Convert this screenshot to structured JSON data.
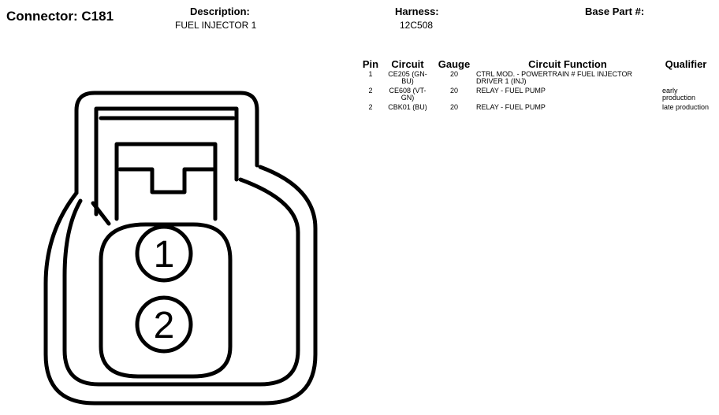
{
  "header": {
    "connector_title": "Connector: C181",
    "description_label": "Description:",
    "description_value": "FUEL INJECTOR 1",
    "harness_label": "Harness:",
    "harness_value": "12C508",
    "base_part_label": "Base Part #:"
  },
  "table": {
    "columns": {
      "pin": "Pin",
      "circuit": "Circuit",
      "gauge": "Gauge",
      "function": "Circuit Function",
      "qualifier": "Qualifier"
    },
    "rows": [
      {
        "pin": "1",
        "circuit": "CE205 (GN-BU)",
        "gauge": "20",
        "function": "CTRL MOD. - POWERTRAIN # FUEL INJECTOR DRIVER 1 (INJ)",
        "qualifier": ""
      },
      {
        "pin": "2",
        "circuit": "CE608 (VT-GN)",
        "gauge": "20",
        "function": "RELAY - FUEL PUMP",
        "qualifier": "early production"
      },
      {
        "pin": "2",
        "circuit": "CBK01 (BU)",
        "gauge": "20",
        "function": "RELAY - FUEL PUMP",
        "qualifier": "late production"
      }
    ]
  },
  "diagram": {
    "pins": [
      {
        "label": "1"
      },
      {
        "label": "2"
      }
    ]
  }
}
